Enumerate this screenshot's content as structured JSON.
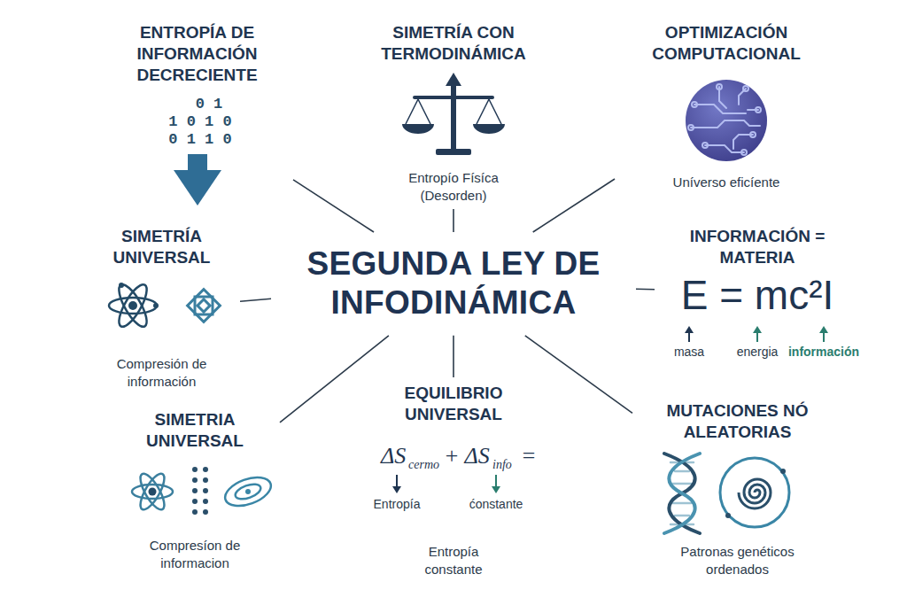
{
  "diagram": {
    "nodes": [
      {
        "text": [
          "SEGUNDA LEY DE INFODINÁMICA"
        ]
      },
      {
        "text": [
          "ENTROPÍA DE INFORMACIÓN DECRECIENTE"
        ]
      },
      {
        "text": [
          "SIMETRÍA CON TERMODINÁMICA",
          "Entropío Físíca (Desorden)"
        ]
      },
      {
        "text": [
          "OPTIMIZACIÓN COMPUTACIONAL",
          "Uníverso eficíente"
        ]
      },
      {
        "text": [
          "SIMETRÍA UNIVERSAL",
          "Compresión de información"
        ]
      },
      {
        "text": [
          "INFORMACIÓN = MATERIA"
        ]
      },
      {
        "text": [
          "SIMETRIA UNIVERSAL",
          "Compresíon de informacion"
        ]
      },
      {
        "text": [
          "EQUILIBRIO UNIVERSAL",
          "Entropía constante"
        ]
      },
      {
        "text": [
          "MUTACIONES NÓ ALEATORIAS",
          "Patronas genéticos ordenados"
        ]
      }
    ],
    "edges": [
      {
        "from": 0,
        "to": 1,
        "arrow": "none"
      },
      {
        "from": 0,
        "to": 2,
        "arrow": "none"
      },
      {
        "from": 0,
        "to": 3,
        "arrow": "none"
      },
      {
        "from": 0,
        "to": 4,
        "arrow": "none"
      },
      {
        "from": 0,
        "to": 5,
        "arrow": "none"
      },
      {
        "from": 0,
        "to": 6,
        "arrow": "none"
      },
      {
        "from": 0,
        "to": 7,
        "arrow": "none"
      },
      {
        "from": 0,
        "to": 8,
        "arrow": "none"
      }
    ],
    "labels": [
      "0 1",
      "1 0 1 0",
      "0 1 1 0",
      "E = mc²I",
      "masa",
      "energia",
      "información",
      "ΔS",
      "cermo",
      "+ ΔS",
      "info",
      "=",
      "Entropía",
      "ćonstante"
    ]
  }
}
